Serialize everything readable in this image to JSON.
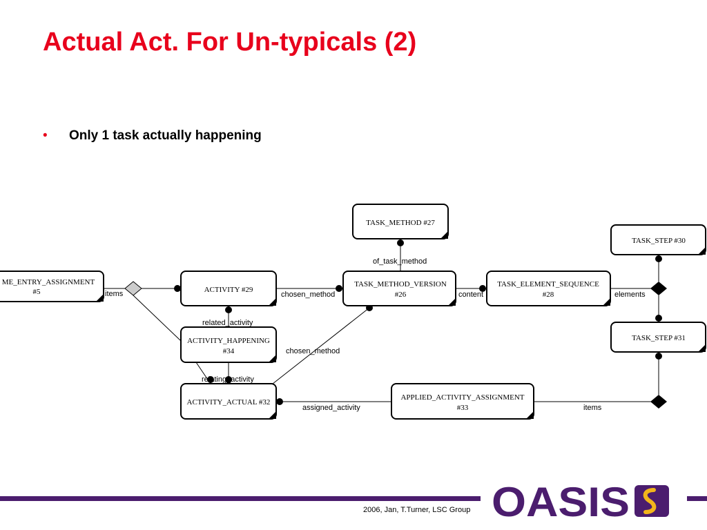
{
  "slide": {
    "title": "Actual Act. For Un-typicals (2)",
    "bullets": [
      "Only 1 task actually happening"
    ],
    "footer": "2006, Jan, T.Turner, LSC Group",
    "logo_text": "OASIS"
  },
  "colors": {
    "title": "#e8001c",
    "footer_bar": "#4b1d6e",
    "logo": "#4b1d6e",
    "logo_accent": "#f2b51b"
  },
  "diagram": {
    "boxes": {
      "time_entry": [
        "ME_ENTRY_ASSIGNMENT",
        "#5"
      ],
      "activity": [
        "ACTIVITY #29"
      ],
      "task_method": [
        "TASK_METHOD #27"
      ],
      "task_method_version": [
        "TASK_METHOD_VERSION",
        "#26"
      ],
      "task_element_sequence": [
        "TASK_ELEMENT_SEQUENCE",
        "#28"
      ],
      "task_step_30": [
        "TASK_STEP #30"
      ],
      "task_step_31": [
        "TASK_STEP #31"
      ],
      "activity_happening": [
        "ACTIVITY_HAPPENING",
        "#34"
      ],
      "activity_actual": [
        "ACTIVITY_ACTUAL #32"
      ],
      "applied_activity_assignment": [
        "APPLIED_ACTIVITY_ASSIGNMENT",
        "#33"
      ]
    },
    "labels": {
      "items_left": "items",
      "chosen_method_1": "chosen_method",
      "of_task_method": "of_task_method",
      "content": "content",
      "elements": "elements",
      "related_activity": "related_activity",
      "chosen_method_2": "chosen_method",
      "relating_activity": "relating_activity",
      "assigned_activity": "assigned_activity",
      "items_right": "items"
    }
  }
}
